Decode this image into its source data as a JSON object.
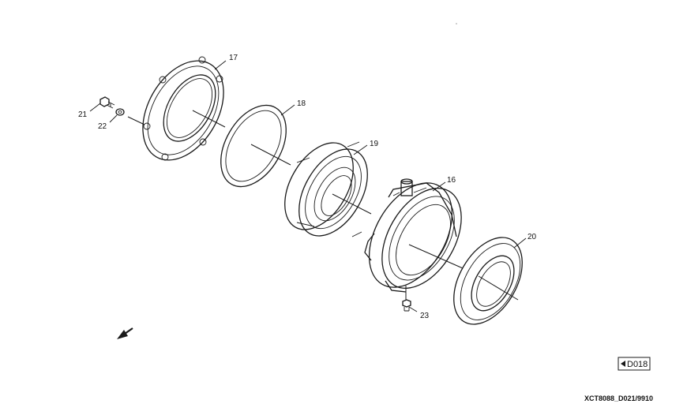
{
  "callouts": {
    "p16": "16",
    "p17": "17",
    "p18": "18",
    "p19": "19",
    "p20": "20",
    "p21": "21",
    "p22": "22",
    "p23": "23"
  },
  "page_ref": {
    "icon": "left-triangle-icon",
    "label": "D018"
  },
  "figure_code": "XCT8088_D021/9910",
  "direction_icon": "front-arrow-icon"
}
